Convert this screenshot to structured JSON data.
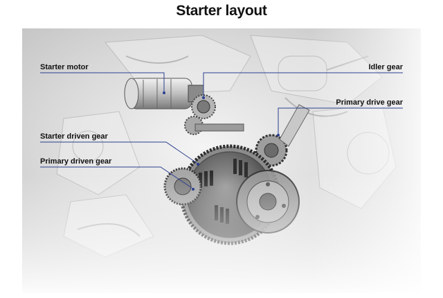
{
  "title": "Starter layout",
  "labels": {
    "starter_motor": "Starter motor",
    "idler_gear": "Idler gear",
    "primary_drive_gear": "Primary drive gear",
    "starter_driven_gear": "Starter driven gear",
    "primary_driven_gear": "Primary driven gear"
  },
  "colors": {
    "leader_line": "#2b3f8f",
    "photo_background": "#d9d9d9",
    "title_text": "#111111"
  }
}
